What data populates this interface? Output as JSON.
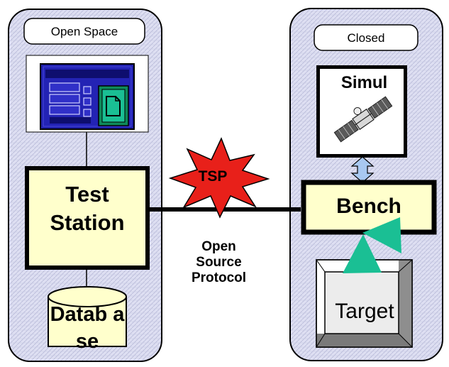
{
  "zones": {
    "open": {
      "title": "Open Space"
    },
    "closed": {
      "title": "Closed"
    }
  },
  "nodes": {
    "test_station": "Test Station",
    "database": "Datab ase",
    "simulator": "Simul",
    "bench": "Bench",
    "target": "Target"
  },
  "link": {
    "badge": "TSP",
    "caption": "Open Source Protocol"
  },
  "icons": {
    "workstation": "computer-screen-icon",
    "satellite": "satellite-icon",
    "arrow": "double-arrow-icon"
  },
  "colors": {
    "panel_fill": "#dcdcf0",
    "box_fill": "#ffffcc",
    "screen_blue": "#1f1fa8",
    "star_red": "#e8201a",
    "arrow_blue": "#a8c8f0",
    "teal": "#1abf94"
  }
}
